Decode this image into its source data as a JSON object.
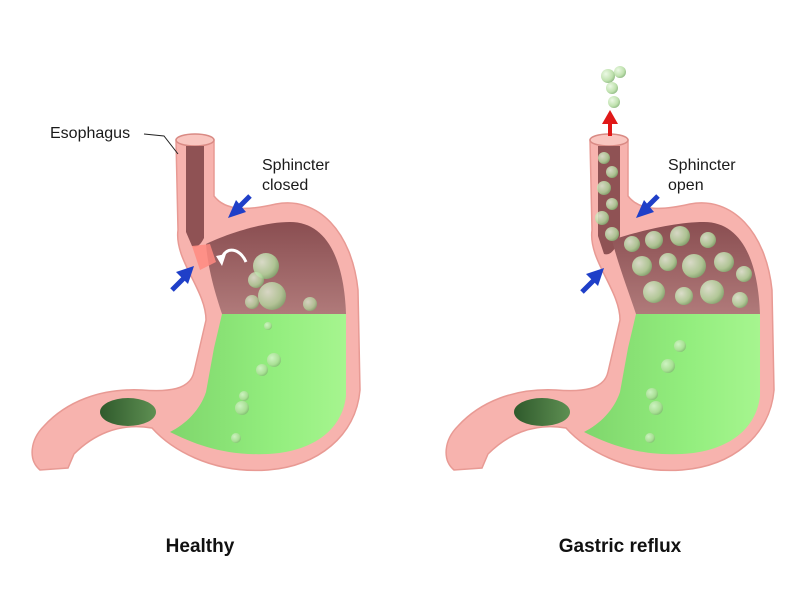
{
  "labels": {
    "esophagus": "Esophagus",
    "healthy_sphincter_line1": "Sphincter",
    "healthy_sphincter_line2": "closed",
    "reflux_sphincter_line1": "Sphincter",
    "reflux_sphincter_line2": "open"
  },
  "captions": {
    "healthy": "Healthy",
    "reflux": "Gastric reflux"
  },
  "colors": {
    "wall": "#f7b3ae",
    "wall_stroke": "#e89a94",
    "gas": "#a16a6b",
    "acid": "#8fe87a",
    "pylorus": "#3f6e3a",
    "pressure_arrow": "#1f3fc8",
    "reflux_arrow": "#e01818",
    "bubble": "#b9e6a6"
  }
}
